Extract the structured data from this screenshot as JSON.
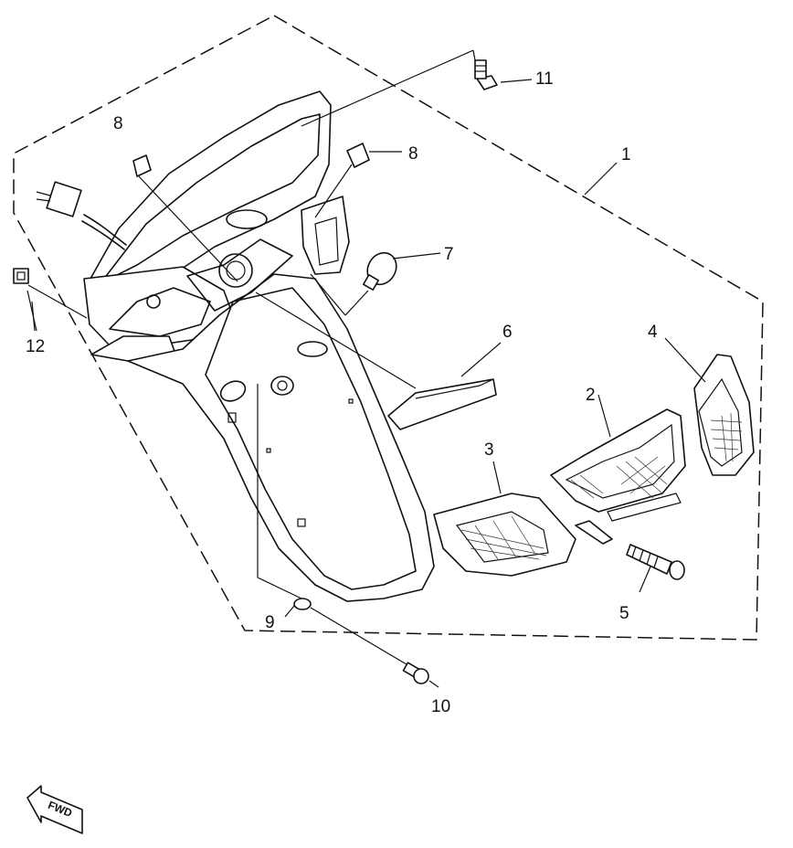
{
  "callouts": {
    "c1": "1",
    "c2": "2",
    "c3": "3",
    "c4": "4",
    "c5": "5",
    "c6": "6",
    "c7": "7",
    "c8a": "8",
    "c8b": "8",
    "c9": "9",
    "c10": "10",
    "c11": "11",
    "c12": "12"
  },
  "fwd_label": "FWD"
}
